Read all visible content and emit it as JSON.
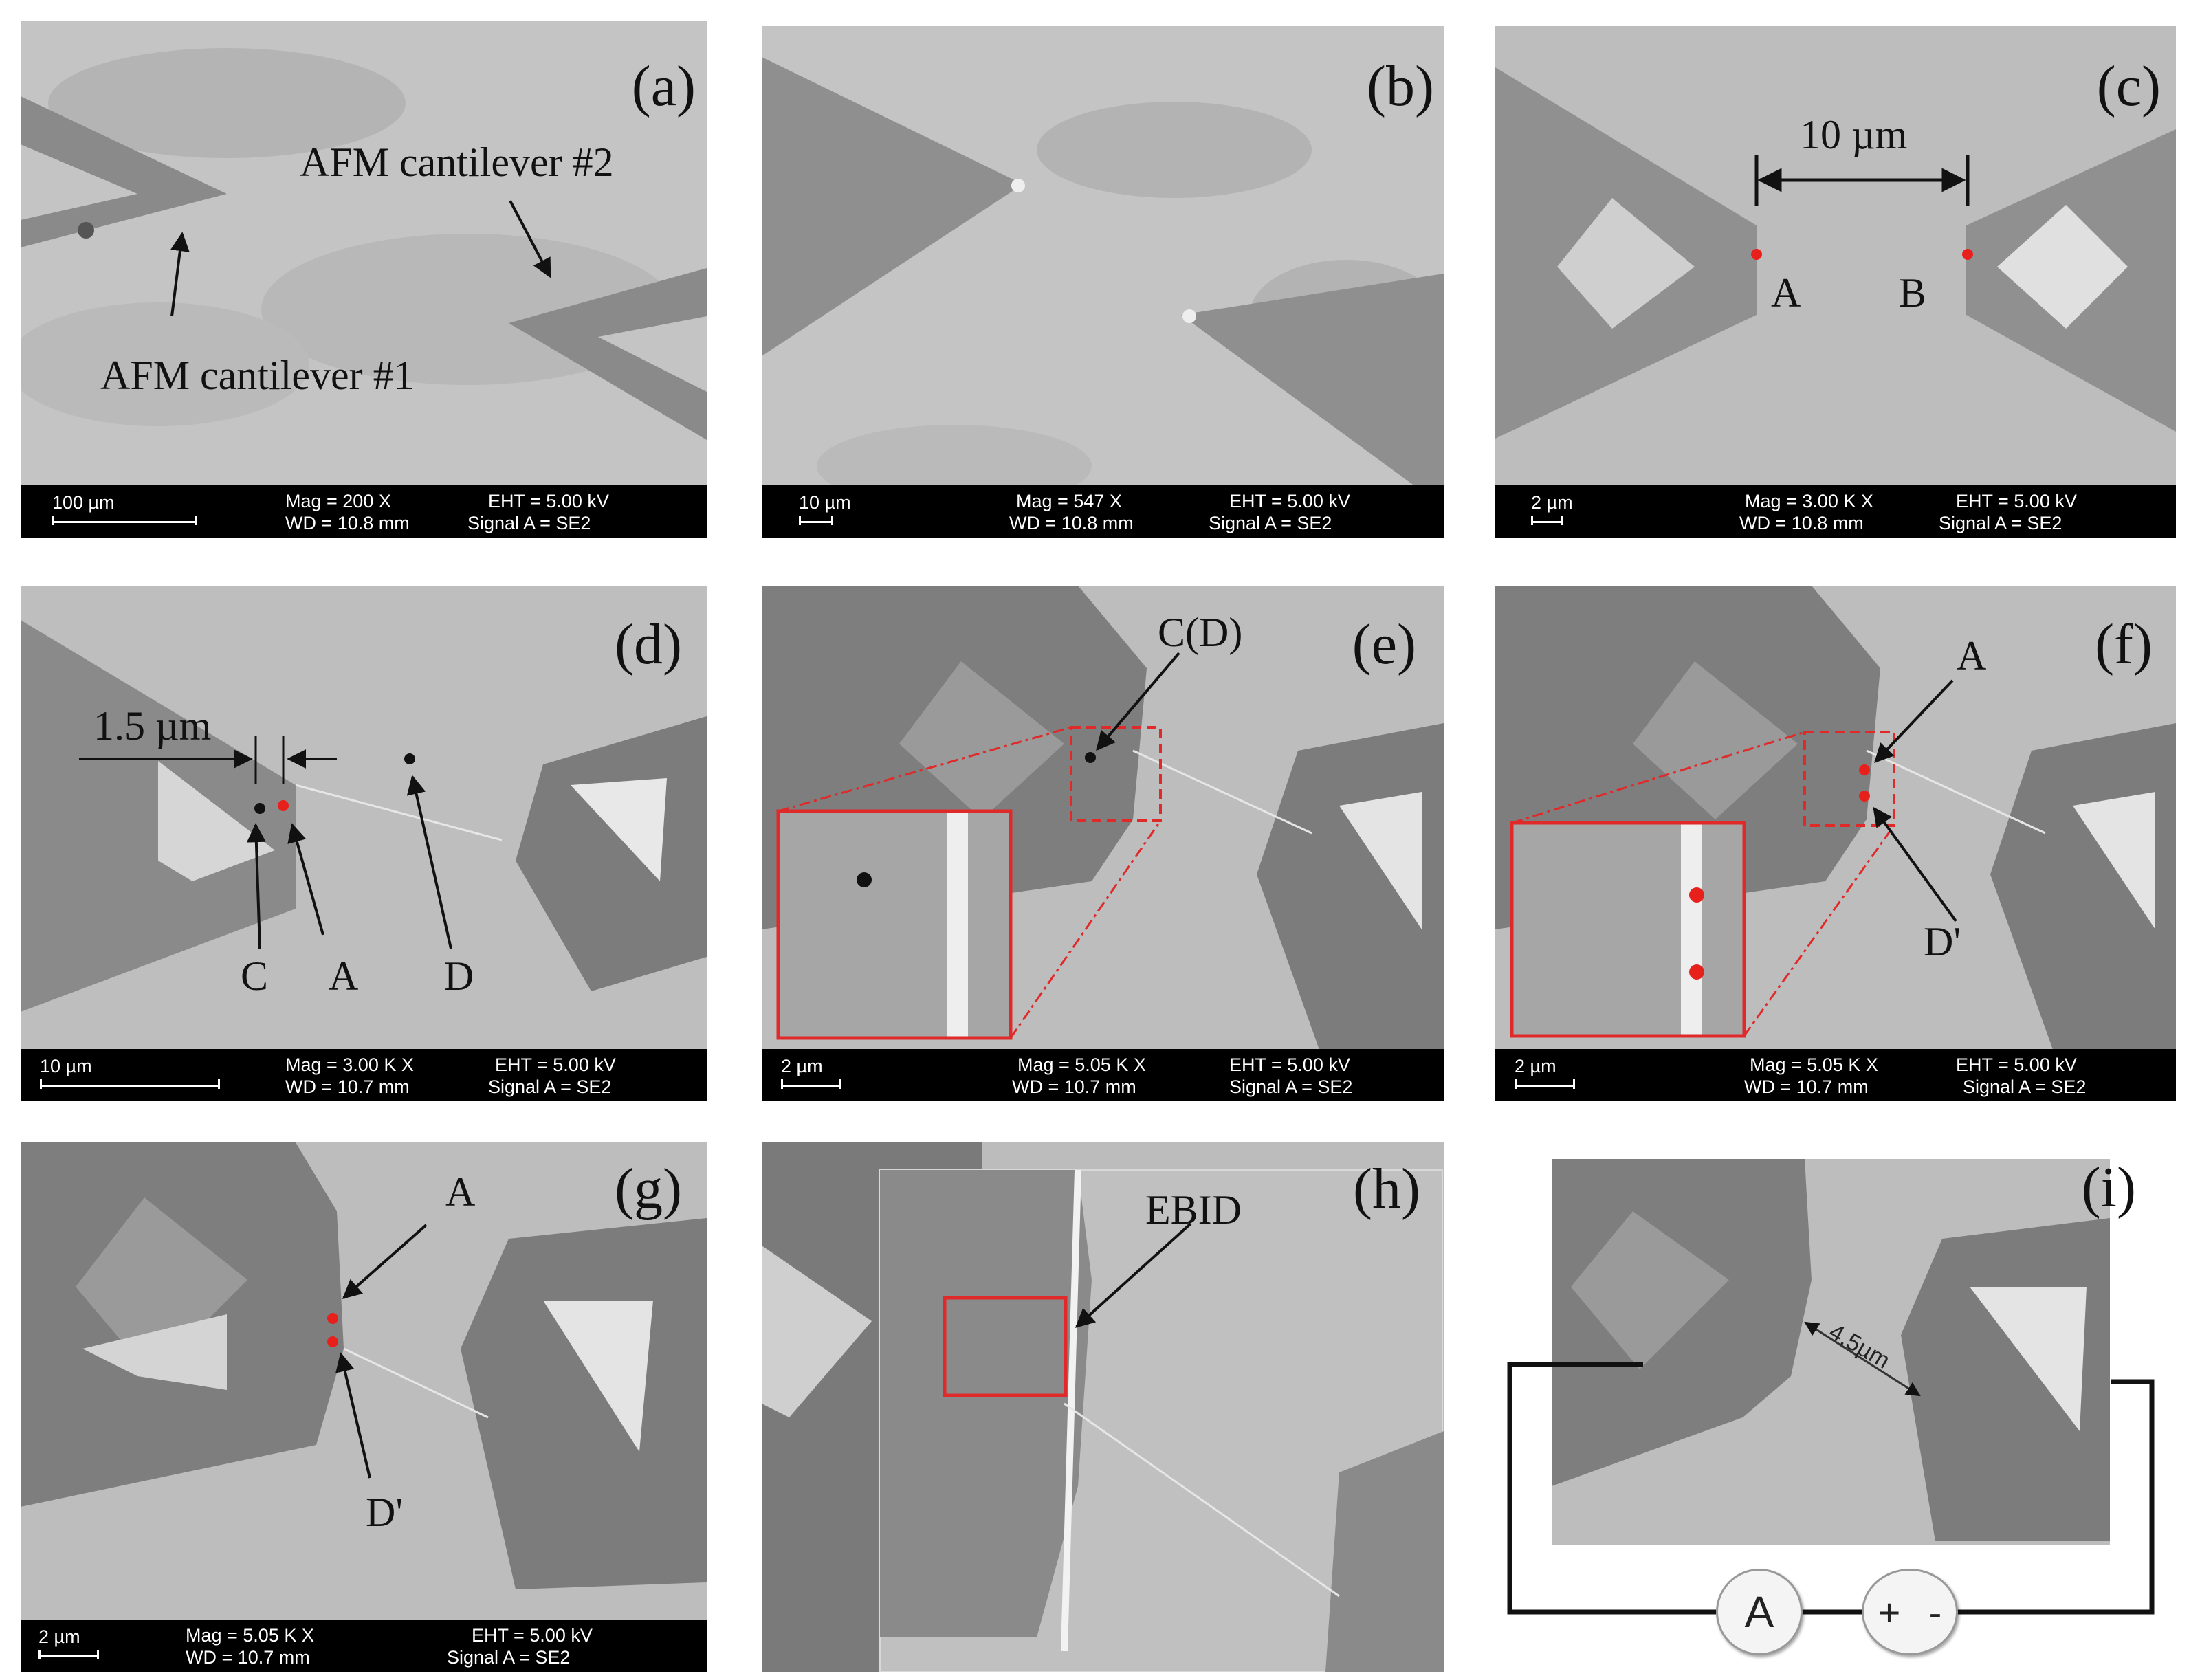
{
  "panels": [
    {
      "id": "a",
      "label": "(a)",
      "scale": "100 µm",
      "mag": "Mag =    200 X",
      "wd": "WD = 10.8 mm",
      "eht": "EHT =  5.00 kV",
      "signal": "Signal A = SE2"
    },
    {
      "id": "b",
      "label": "(b)",
      "scale": "10 µm",
      "mag": "Mag =    547 X",
      "wd": "WD = 10.8 mm",
      "eht": "EHT =  5.00 kV",
      "signal": "Signal A = SE2"
    },
    {
      "id": "c",
      "label": "(c)",
      "scale": "2 µm",
      "mag": "Mag =    3.00 K X",
      "wd": "WD = 10.8 mm",
      "eht": "EHT =  5.00 kV",
      "signal": "Signal A = SE2"
    },
    {
      "id": "d",
      "label": "(d)",
      "scale": "10 µm",
      "mag": "Mag =    3.00 K X",
      "wd": "WD = 10.7 mm",
      "eht": "EHT =  5.00 kV",
      "signal": "Signal A = SE2"
    },
    {
      "id": "e",
      "label": "(e)",
      "scale": "2 µm",
      "mag": "Mag =    5.05 K X",
      "wd": "WD = 10.7 mm",
      "eht": "EHT =  5.00 kV",
      "signal": "Signal A = SE2"
    },
    {
      "id": "f",
      "label": "(f)",
      "scale": "2 µm",
      "mag": "Mag =    5.05 K X",
      "wd": "WD = 10.7 mm",
      "eht": "EHT =  5.00 kV",
      "signal": "Signal A = SE2"
    },
    {
      "id": "g",
      "label": "(g)",
      "scale": "2 µm",
      "mag": "Mag =    5.05 K X",
      "wd": "WD = 10.7 mm",
      "eht": "EHT =  5.00 kV",
      "signal": "Signal A = SE2"
    },
    {
      "id": "h",
      "label": "(h)"
    },
    {
      "id": "i",
      "label": "(i)"
    }
  ],
  "annotations": {
    "a_cant1": "AFM cantilever #1",
    "a_cant2": "AFM cantilever #2",
    "c_dist": "10 µm",
    "c_A": "A",
    "c_B": "B",
    "d_dist": "1.5 µm",
    "d_C": "C",
    "d_A": "A",
    "d_D": "D",
    "e_CD": "C(D)",
    "f_A": "A",
    "f_Dp": "D'",
    "g_A": "A",
    "g_Dp": "D'",
    "h_ebid": "EBID",
    "i_gap": "4.5µm",
    "i_ammeter": "A",
    "i_plus": "+",
    "i_minus": "-"
  },
  "colors": {
    "marker_red": "#e8201c",
    "marker_black": "#111111",
    "inset_frame": "#e02a2a",
    "circuit_wire": "#111111"
  }
}
